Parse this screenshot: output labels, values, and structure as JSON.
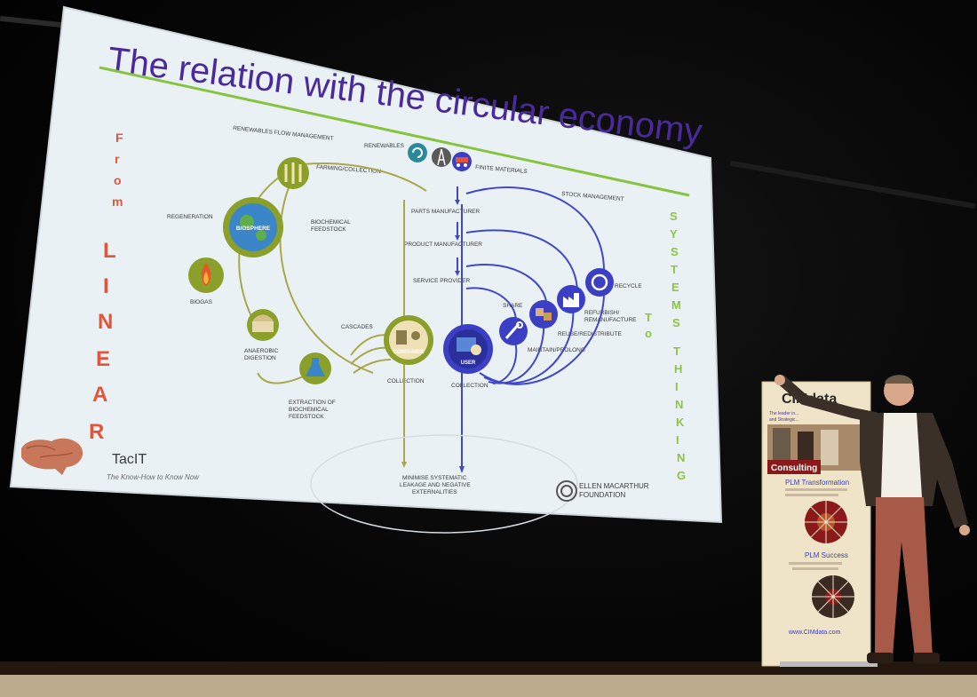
{
  "slide": {
    "title": "The relation with the circular economy",
    "left_label_top": [
      "F",
      "r",
      "o",
      "m"
    ],
    "left_label_big": [
      "L",
      "I",
      "N",
      "E",
      "A",
      "R"
    ],
    "right_label_to": [
      "T",
      "o"
    ],
    "right_label_systems": [
      "S",
      "Y",
      "S",
      "T",
      "E",
      "M",
      "S"
    ],
    "right_label_thinking": [
      "T",
      "H",
      "I",
      "N",
      "K",
      "I",
      "N",
      "G"
    ],
    "diagram": {
      "renewables_flow": "RENEWABLES FLOW MANAGEMENT",
      "renewables": "RENEWABLES",
      "finite": "FINITE MATERIALS",
      "stock": "STOCK MANAGEMENT",
      "farming": "FARMING/COLLECTION",
      "parts": "PARTS MANUFACTURER",
      "product": "PRODUCT MANUFACTURER",
      "service": "SERVICE PROVIDER",
      "regeneration": "REGENERATION",
      "biosphere": "BIOSPHERE",
      "biochem": "BIOCHEMICAL",
      "feedstock": "FEEDSTOCK",
      "biogas": "BIOGAS",
      "anaerobic": "ANAEROBIC",
      "digestion": "DIGESTION",
      "cascades": "CASCADES",
      "consumer": "CONSUMER",
      "user": "USER",
      "collection1": "COLLECTION",
      "collection2": "COLLECTION",
      "extraction1": "EXTRACTION OF",
      "extraction2": "BIOCHEMICAL",
      "extraction3": "FEEDSTOCK",
      "share": "SHARE",
      "maintain": "MAINTAIN/PROLONG",
      "reuse": "REUSE/REDISTRIBUTE",
      "refurbish": "REFURBISH/",
      "remanufacture": "REMANUFACTURE",
      "recycle": "RECYCLE",
      "minimise1": "MINIMISE SYSTEMATIC",
      "minimise2": "LEAKAGE AND NEGATIVE",
      "minimise3": "EXTERNALITIES"
    },
    "logo_tacit": "TacIT",
    "tagline": "The Know-How to Know Now",
    "foundation1": "ELLEN MACARTHUR",
    "foundation2": "FOUNDATION"
  },
  "banner": {
    "brand": "CIMdata",
    "tag1": "The leader in...",
    "tag2": "and Strategic...",
    "consulting": "Consulting",
    "plm_transformation": "PLM Transformation",
    "plm_success": "PLM Success",
    "url": "www.CIMdata.com"
  },
  "colors": {
    "title": "#4a2a9a",
    "green": "#8aa02a",
    "blue": "#3a3fc4",
    "red": "#e2553a",
    "slide_bg": "#eef3f6"
  }
}
